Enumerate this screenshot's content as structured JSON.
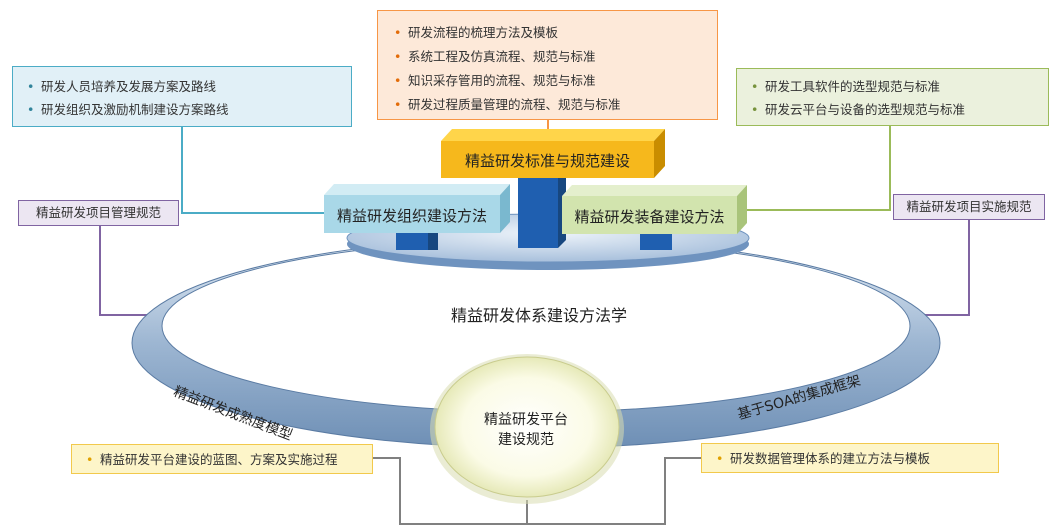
{
  "orange_box": {
    "items": [
      "研发流程的梳理方法及模板",
      "系统工程及仿真流程、规范与标准",
      "知识采存管用的流程、规范与标准",
      "研发过程质量管理的流程、规范与标准"
    ]
  },
  "blue_box": {
    "items": [
      "研发人员培养及发展方案及路线",
      "研发组织及激励机制建设方案路线"
    ]
  },
  "green_box": {
    "items": [
      "研发工具软件的选型规范与标准",
      "研发云平台与设备的选型规范与标准"
    ]
  },
  "yellow_left": {
    "items": [
      "精益研发平台建设的蓝图、方案及实施过程"
    ]
  },
  "yellow_right": {
    "items": [
      "研发数据管理体系的建立方法与模板"
    ]
  },
  "tags": {
    "left": "精益研发项目管理规范",
    "right": "精益研发项目实施规范"
  },
  "blocks": {
    "top": "精益研发标准与规范建设",
    "left": "精益研发组织建设方法",
    "right": "精益研发装备建设方法"
  },
  "ring": {
    "center_title": "精益研发体系建设方法学",
    "left_arc": "精益研发成熟度模型",
    "right_arc": "基于SOA的集成框架"
  },
  "hub": {
    "line1": "精益研发平台",
    "line2": "建设规范"
  },
  "colors": {
    "orange": "#f79646",
    "blue": "#4bacc6",
    "green": "#9bbb59",
    "purple": "#8064a2",
    "yellow": "#f2c94c",
    "gold_block": "#f6b81c",
    "dark_blue": "#1f5fb0"
  }
}
